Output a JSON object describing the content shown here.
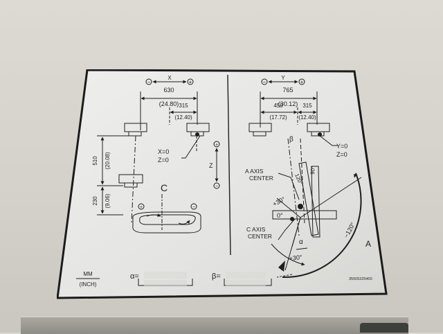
{
  "plate": {
    "left": {
      "axis_label": "X",
      "minus_sign": "−",
      "plus_sign": "+",
      "dim_total_mm": "630",
      "dim_total_inch": "(24.80)",
      "dim_half_mm": "315",
      "dim_half_inch": "(12.40)",
      "vert_upper_mm": "510",
      "vert_upper_inch": "(20.08)",
      "vert_lower_mm": "230",
      "vert_lower_inch": "(9.06)",
      "x_zero": "X=0",
      "z_zero": "Z=0",
      "c_label": "C",
      "z_axis_label": "Z"
    },
    "right": {
      "axis_label": "Y",
      "dim_total_mm": "765",
      "dim_total_inch": "(30.12)",
      "dim_left_mm": "450",
      "dim_left_inch": "(17.72)",
      "dim_right_mm": "315",
      "dim_right_inch": "(12.40)",
      "y_zero": "Y=0",
      "z_zero": "Z=0",
      "beta": "β",
      "alpha": "α",
      "a_axis_center_1": "A AXIS",
      "a_axis_center_2": "CENTER",
      "c_axis_center_1": "C AXIS",
      "c_axis_center_2": "CENTER",
      "angle_plus30_upper": "+30°",
      "angle_zero": "0°",
      "angle_120": "120°",
      "angle_90": "90°",
      "angle_minus120": "−120°",
      "angle_plus30_lower": "+30°",
      "a_label": "A",
      "part_number": "35505325400"
    },
    "footer": {
      "mm": "MM",
      "inch": "(INCH)",
      "alpha_eq": "α=",
      "beta_eq": "β="
    }
  },
  "colors": {
    "wall": "#d8d6ce",
    "plate_bg": "#e9e9e7",
    "plate_border": "#1b1b1b",
    "ink": "#1e1e1e"
  }
}
